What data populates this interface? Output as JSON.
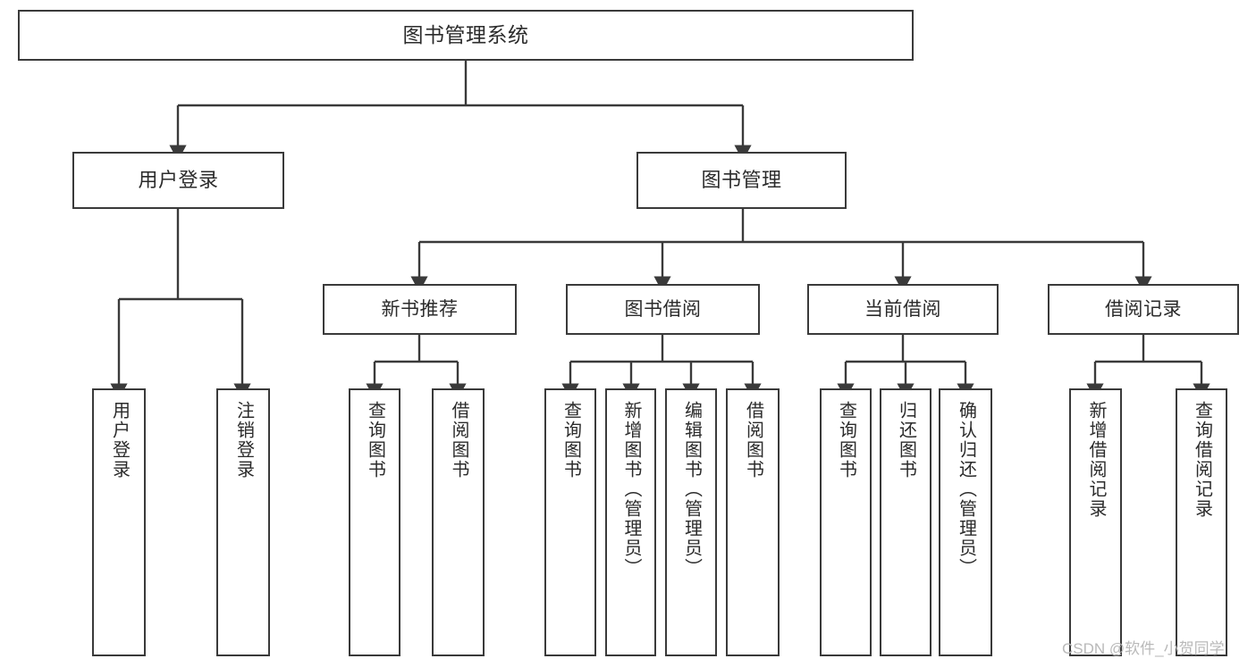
{
  "diagram": {
    "title": "图书管理系统",
    "type": "tree-hierarchy-chart",
    "orientation": "top-down",
    "line_color": "#3a3a3a",
    "box_fill": "#ffffff",
    "text_color": "#2b2b2b"
  },
  "watermark": {
    "text": "CSDN @软件_小贺同学",
    "color": "#b9b9b9"
  },
  "nodes": {
    "root": {
      "label": "图书管理系统"
    },
    "level1": [
      {
        "label": "用户登录"
      },
      {
        "label": "图书管理"
      }
    ],
    "level2": [
      {
        "label": "新书推荐"
      },
      {
        "label": "图书借阅"
      },
      {
        "label": "当前借阅"
      },
      {
        "label": "借阅记录"
      }
    ],
    "user_login_children": [
      {
        "label": "用户登录"
      },
      {
        "label": "注销登录"
      }
    ],
    "new_book_children": [
      {
        "label": "查询图书"
      },
      {
        "label": "借阅图书"
      }
    ],
    "book_borrow_children": [
      {
        "label": "查询图书"
      },
      {
        "label": "新增图书（管理员）"
      },
      {
        "label": "编辑图书（管理员）"
      },
      {
        "label": "借阅图书"
      }
    ],
    "current_borrow_children": [
      {
        "label": "查询图书"
      },
      {
        "label": "归还图书"
      },
      {
        "label": "确认归还（管理员）"
      }
    ],
    "borrow_record_children": [
      {
        "label": "新增借阅记录"
      },
      {
        "label": "查询借阅记录"
      }
    ]
  }
}
